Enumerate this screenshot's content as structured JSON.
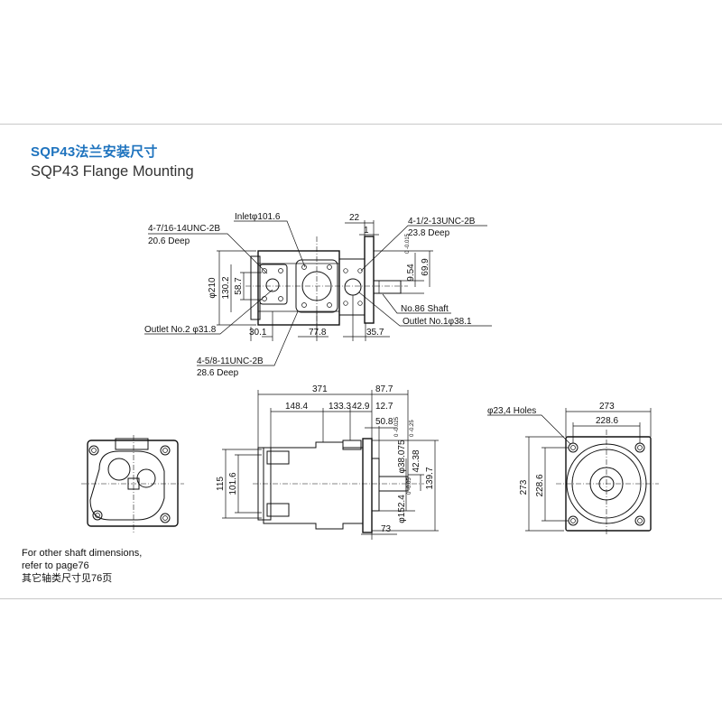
{
  "header": {
    "title_cn": "SQP43法兰安装尺寸",
    "title_en": "SQP43 Flange Mounting"
  },
  "top_view": {
    "callout_port_4_7_16": "4-7/16-14UNC-2B",
    "callout_port_4_7_16_depth": "20.6 Deep",
    "inlet": "Inletφ101.6",
    "callout_4_1_2": "4-1/2-13UNC-2B",
    "callout_4_1_2_depth": "23.8 Deep",
    "dim_22": "22",
    "dim_1": "1",
    "dim_210": "φ210",
    "dim_130_2": "130.2",
    "dim_58_7": "58.7",
    "dim_9_54": "9.54",
    "dim_9_54_tol": "0\n-0.015",
    "dim_69_9": "69.9",
    "shaft": "No.86 Shaft",
    "outlet_no2": "Outlet No.2 φ31.8",
    "outlet_no1": "Outlet No.1φ38.1",
    "dim_30_1": "30.1",
    "dim_77_8": "77.8",
    "dim_35_7": "35.7",
    "callout_4_5_8": "4-5/8-11UNC-2B",
    "callout_4_5_8_depth": "28.6 Deep"
  },
  "side_view": {
    "dim_371": "371",
    "dim_87_7": "87.7",
    "dim_148_4": "148.4",
    "dim_133_3": "133.3",
    "dim_42_9": "42.9",
    "dim_12_7": "12.7",
    "dim_50_8": "50.8",
    "dim_115": "115",
    "dim_101_6": "101.6",
    "dim_38_075": "φ38.075",
    "dim_38_075_tol": "0\n-0.025",
    "dim_42_38": "42.38",
    "dim_42_38_tol": "0\n-0.25",
    "dim_152_4": "φ152.4",
    "dim_152_4_tol": "0\n-0.05",
    "dim_139_7": "139.7",
    "dim_73": "73"
  },
  "end_view": {
    "holes": "φ23,4 Holes",
    "dim_273_top": "273",
    "dim_228_6_top": "228.6",
    "dim_273_left": "273",
    "dim_228_6_left": "228.6"
  },
  "footnote": {
    "line1": "For other shaft dimensions,",
    "line2_prefix": "refer to page",
    "line2_page": "76",
    "line3": "其它轴类尺寸见76页"
  }
}
